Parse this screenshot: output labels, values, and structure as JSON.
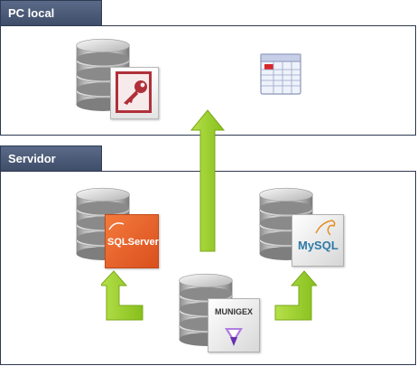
{
  "sections": {
    "pc_local": {
      "title": "PC local"
    },
    "servidor": {
      "title": "Servidor"
    }
  },
  "nodes": {
    "access_db": {
      "icon": "access-key-icon"
    },
    "spreadsheet": {
      "icon": "table-grid-icon"
    },
    "sqlserver_db": {
      "label": "SQLServer",
      "icon": "sqlserver-icon"
    },
    "mysql_db": {
      "label": "MySQL",
      "icon": "mysql-dolphin-icon"
    },
    "munigex_db": {
      "label": "MUNIGEX",
      "icon": "munigex-logo-icon"
    }
  },
  "colors": {
    "section_header": "#4a5875",
    "arrow_green": "#9acd32",
    "access_red": "#b0303a",
    "sqlserver_orange": "#e8622c",
    "munigex_purple": "#7b3fbf"
  }
}
